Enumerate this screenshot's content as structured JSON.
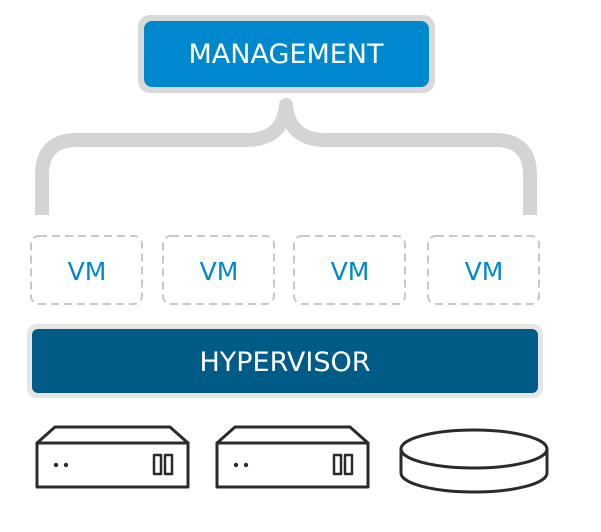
{
  "management": {
    "label": "MANAGEMENT"
  },
  "vms": [
    {
      "label": "VM"
    },
    {
      "label": "VM"
    },
    {
      "label": "VM"
    },
    {
      "label": "VM"
    }
  ],
  "hypervisor": {
    "label": "HYPERVISOR"
  },
  "hardware": [
    {
      "icon": "server-icon"
    },
    {
      "icon": "server-icon"
    },
    {
      "icon": "storage-disk-icon"
    }
  ],
  "colors": {
    "management_fill": "#0088ce",
    "hypervisor_fill": "#005c87",
    "frame_gray": "#d4d4d4",
    "vm_label": "#0088ce",
    "vm_border": "#c8c8c8",
    "hardware_stroke": "#2b2b2b"
  }
}
